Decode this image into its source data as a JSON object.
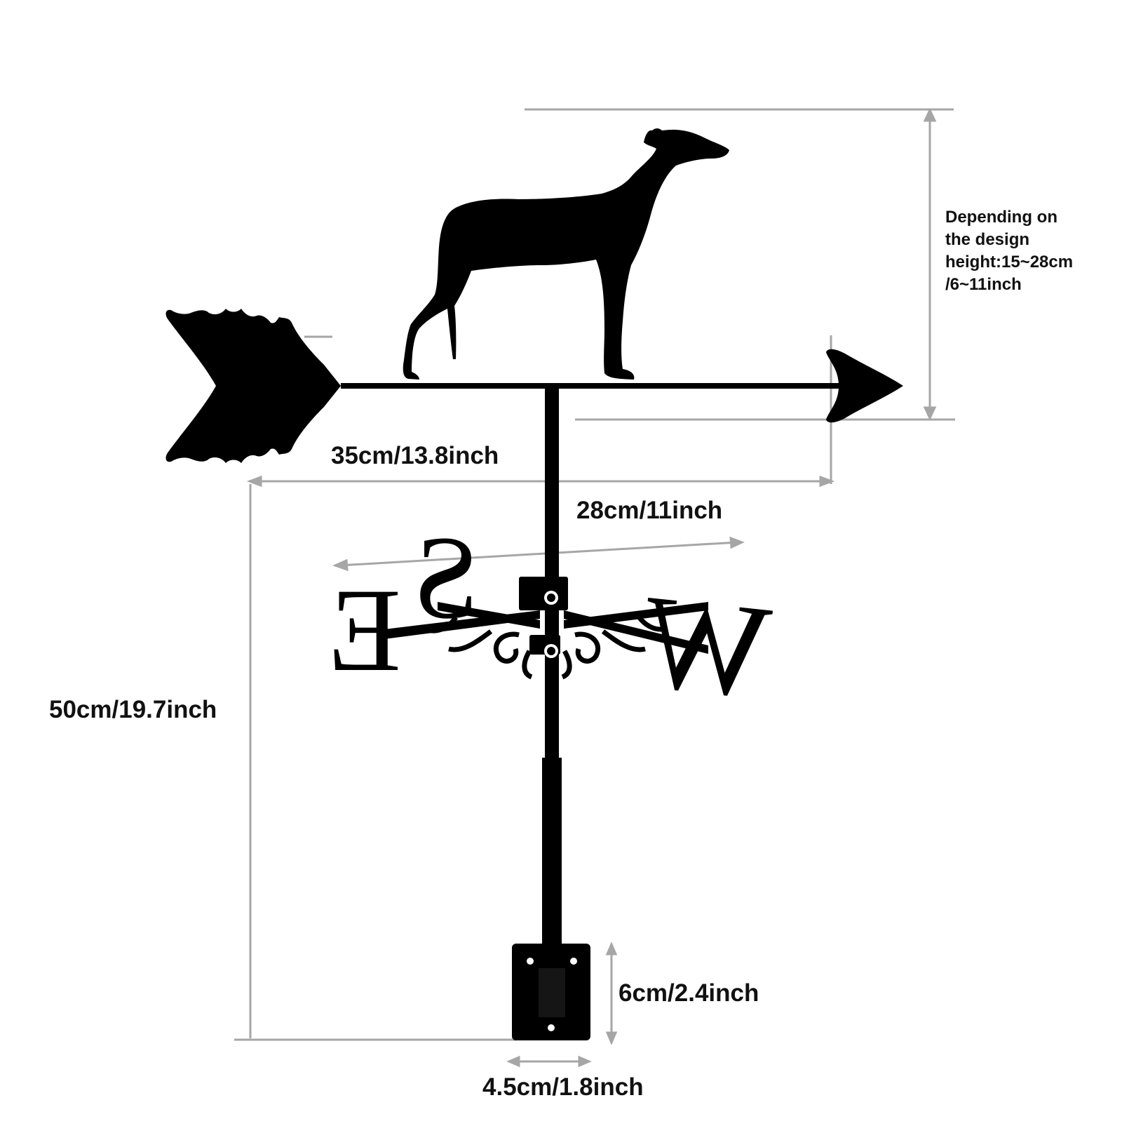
{
  "colors": {
    "silhouette": "#000000",
    "dimension_line": "#a6a6a6",
    "text": "#111111",
    "background": "#ffffff"
  },
  "compass_letters": {
    "south": "S",
    "east": "E",
    "west": "W"
  },
  "dimensions": {
    "arrow_length": "35cm/13.8inch",
    "compass_width": "28cm/11inch",
    "total_height": "50cm/19.7inch",
    "bracket_height": "6cm/2.4inch",
    "bracket_width": "4.5cm/1.8inch",
    "figure_height_note": [
      "Depending on",
      "the design",
      "height:15~28cm",
      "/6~11inch"
    ]
  },
  "icons": [
    "greyhound-silhouette",
    "arrow-tail",
    "arrow-head",
    "mounting-bracket",
    "compass-directions"
  ]
}
